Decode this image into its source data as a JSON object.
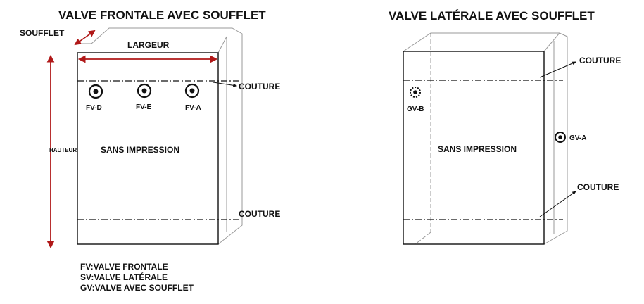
{
  "front": {
    "title": "VALVE FRONTALE AVEC SOUFFLET",
    "soufflet": "SOUFFLET",
    "largeur": "LARGEUR",
    "hauteur": "HAUTEUR",
    "couture_top": "COUTURE",
    "couture_bottom": "COUTURE",
    "valves": [
      "FV-D",
      "FV-E",
      "FV-A"
    ],
    "center_text": "SANS IMPRESSION"
  },
  "side": {
    "title": "VALVE LATÉRALE AVEC SOUFFLET",
    "couture_top": "COUTURE",
    "couture_bottom": "COUTURE",
    "valve_b": "GV-B",
    "valve_a": "GV-A",
    "center_text": "SANS IMPRESSION"
  },
  "legend": [
    "FV:VALVE FRONTALE",
    "SV:VALVE LATÉRALE",
    "GV:VALVE AVEC SOUFFLET"
  ],
  "colors": {
    "dimension_arrow": "#b01818",
    "line": "#111111",
    "ghost_line": "#9a9a9a"
  }
}
